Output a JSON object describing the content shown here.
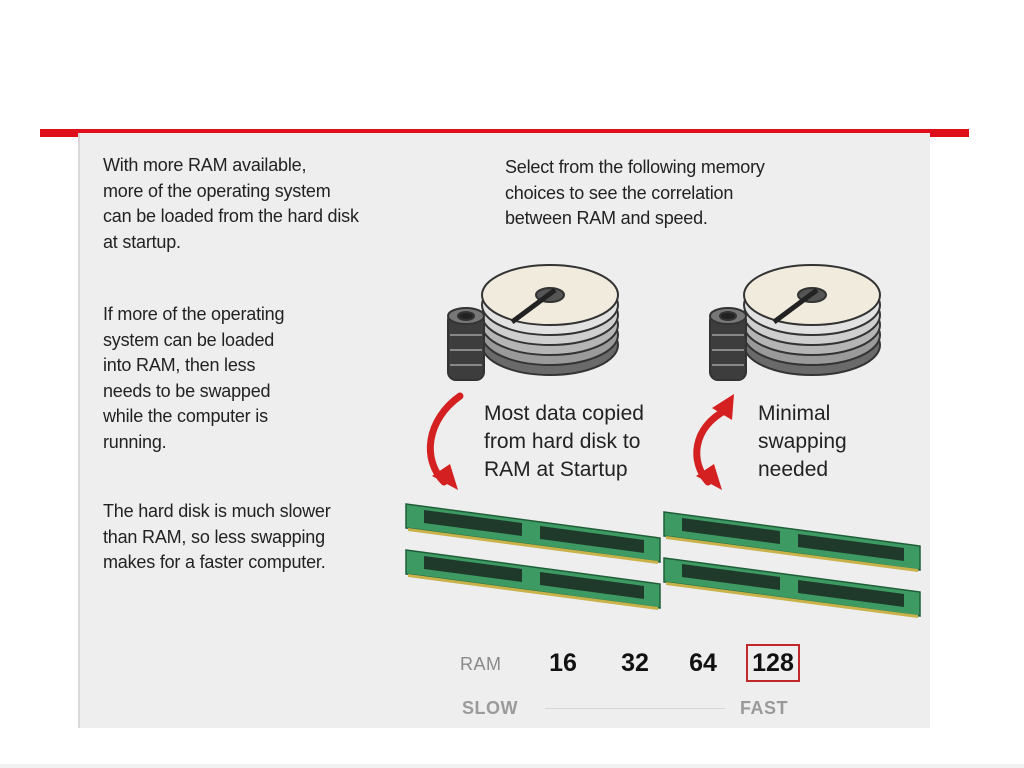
{
  "text": {
    "left_para_1": "With more RAM available,\nmore of the operating system\ncan be loaded from the hard disk\nat startup.",
    "left_para_2": "If more of the operating\nsystem can be loaded\ninto RAM, then less\nneeds to be swapped\nwhile the computer is\nrunning.",
    "left_para_3": "The hard disk is much slower\nthan RAM, so less swapping\nmakes for a faster computer.",
    "right_intro": "Select from the following memory\nchoices to see the correlation\nbetween RAM and speed.",
    "callout_left": "Most data copied\nfrom hard disk to\nRAM at Startup",
    "callout_right": "Minimal\nswapping\nneeded"
  },
  "memory": {
    "label": "RAM",
    "options": [
      "16",
      "32",
      "64",
      "128"
    ],
    "selected": "128",
    "slow_label": "SLOW",
    "fast_label": "FAST"
  },
  "colors": {
    "accent_red": "#e0101a",
    "arrow_red": "#d42020",
    "ram_green": "#3c9a62",
    "selected_border": "#c0282a"
  }
}
